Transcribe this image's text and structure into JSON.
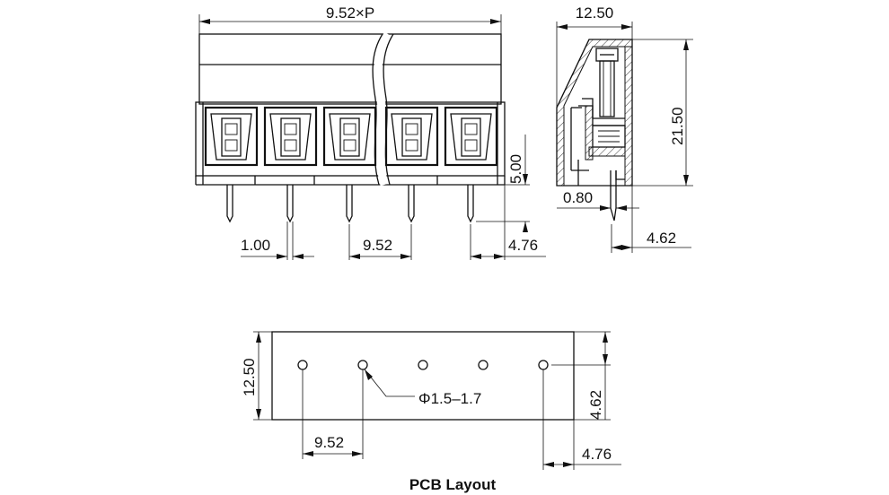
{
  "front_view": {
    "width_label": "9.52×P",
    "pin_height_label": "5.00",
    "pin_width_label": "1.00",
    "pitch_label": "9.52",
    "edge_offset_label": "4.76"
  },
  "side_view": {
    "depth_label": "12.50",
    "height_label": "21.50",
    "pin_thickness_label": "0.80",
    "pin_offset_label": "4.62"
  },
  "pcb_layout": {
    "title": "PCB Layout",
    "depth_label": "12.50",
    "hole_label": "Φ1.5–1.7",
    "pitch_label": "9.52",
    "hole_offset_label": "4.62",
    "edge_offset_label": "4.76"
  }
}
